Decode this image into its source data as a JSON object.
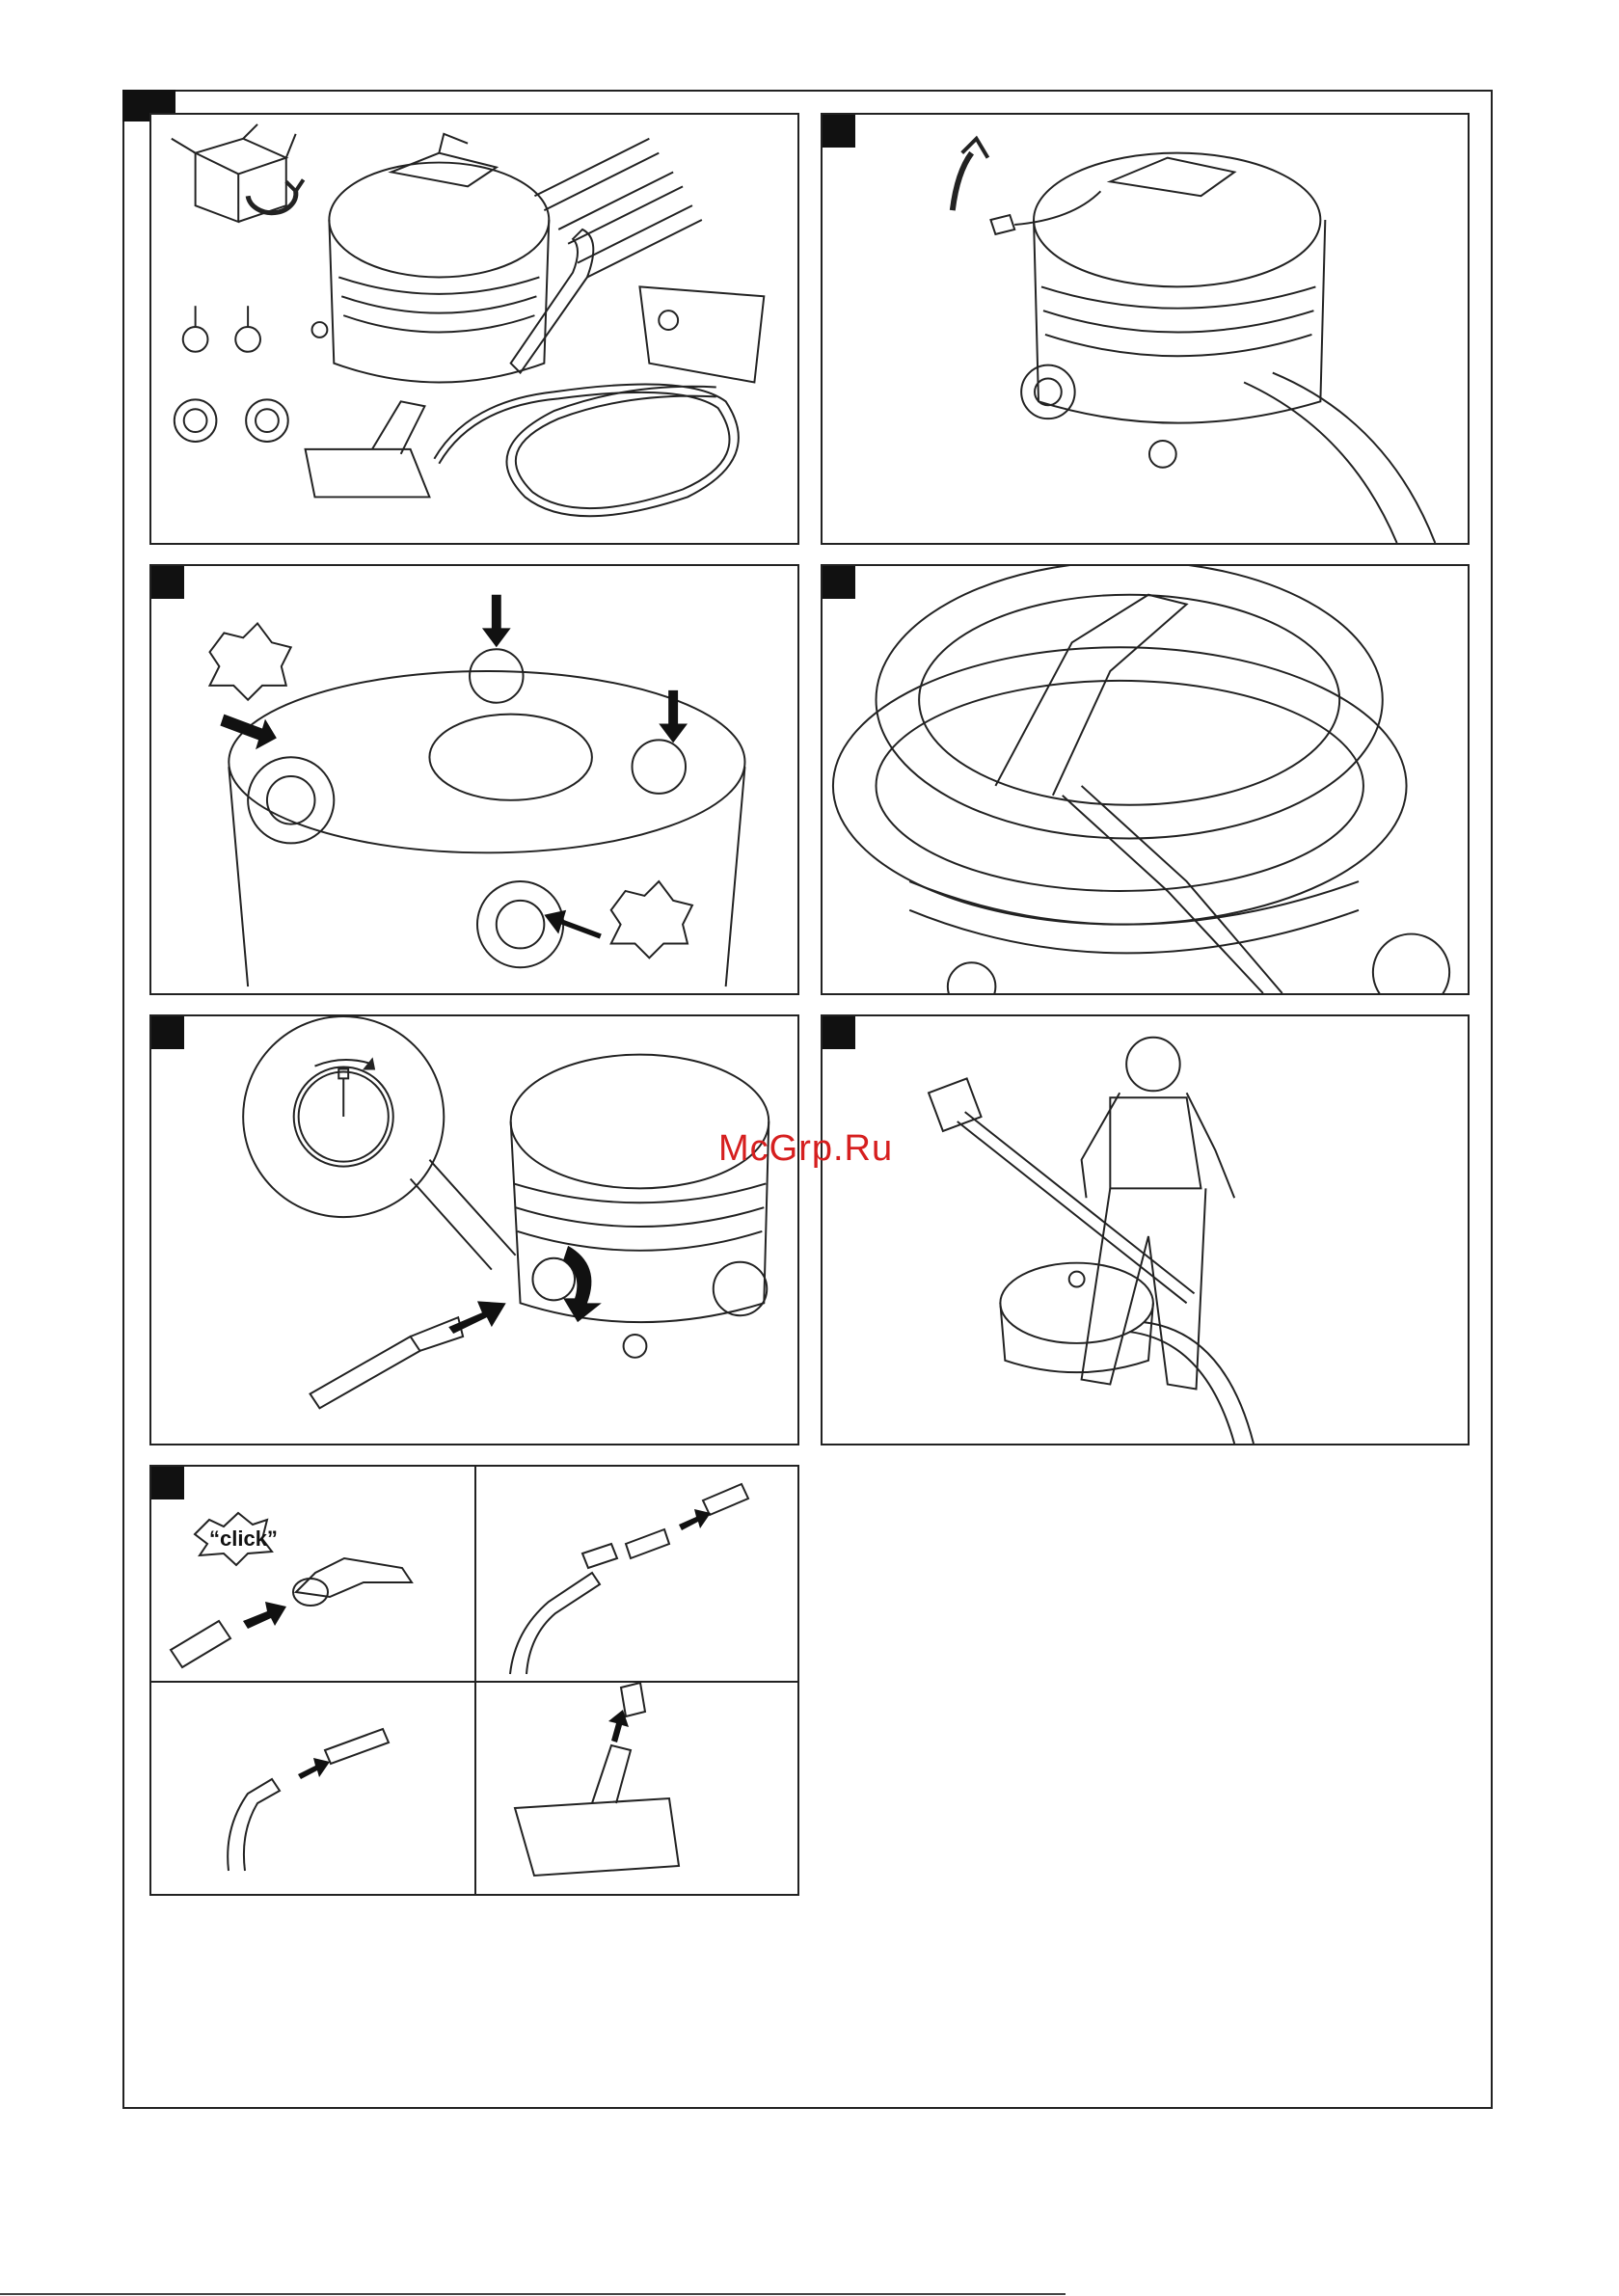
{
  "watermark": {
    "text": "McGrp.Ru",
    "color": "#d61f1f"
  },
  "steps": [
    {
      "step": "unpack-contents"
    },
    {
      "step": "unwind-power-cord"
    },
    {
      "step": "fit-wheels-and-castors"
    },
    {
      "step": "hose-storage"
    },
    {
      "step": "connect-hose"
    },
    {
      "step": "usage"
    },
    {
      "step": "assemble-accessories"
    }
  ],
  "accessory_step": {
    "click_label": "“click”"
  },
  "colors": {
    "line": "#222222",
    "label_bg": "#111111",
    "background": "#ffffff"
  }
}
